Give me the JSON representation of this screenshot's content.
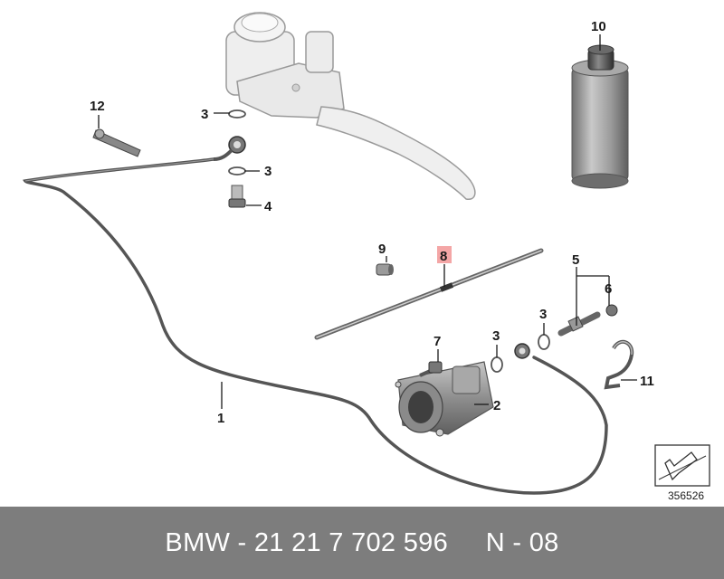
{
  "diagram": {
    "callouts": [
      {
        "id": "c1",
        "text": "1"
      },
      {
        "id": "c2",
        "text": "2"
      },
      {
        "id": "c3a",
        "text": "3"
      },
      {
        "id": "c3b",
        "text": "3"
      },
      {
        "id": "c3c",
        "text": "3"
      },
      {
        "id": "c3d",
        "text": "3"
      },
      {
        "id": "c4",
        "text": "4"
      },
      {
        "id": "c5",
        "text": "5"
      },
      {
        "id": "c6",
        "text": "6"
      },
      {
        "id": "c7",
        "text": "7"
      },
      {
        "id": "c8",
        "text": "8",
        "highlight": true,
        "highlight_color": "#f4a6a6"
      },
      {
        "id": "c9",
        "text": "9"
      },
      {
        "id": "c10",
        "text": "10"
      },
      {
        "id": "c11",
        "text": "11"
      },
      {
        "id": "c12",
        "text": "12"
      }
    ],
    "image_number": "356526"
  },
  "footer": {
    "text": "BMW - 21 21 7 702 596     N - 08",
    "background": "#7d7d7d"
  }
}
